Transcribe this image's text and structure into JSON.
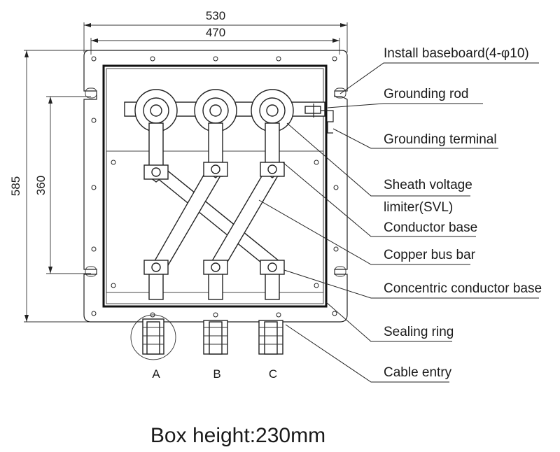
{
  "dimensions": {
    "outer_width": "530",
    "inner_width": "470",
    "outer_height": "585",
    "mount_spacing": "360"
  },
  "labels": {
    "install_baseboard": "Install baseboard(4-φ10)",
    "grounding_rod": "Grounding rod",
    "grounding_terminal": "Grounding terminal",
    "sheath_voltage_limiter_line1": "Sheath voltage",
    "sheath_voltage_limiter_line2": "limiter(SVL)",
    "conductor_base": "Conductor base",
    "copper_bus_bar": "Copper bus bar",
    "concentric_conductor_base": "Concentric conductor base",
    "sealing_ring": "Sealing ring",
    "cable_entry": "Cable entry"
  },
  "phases": [
    "A",
    "B",
    "C"
  ],
  "caption": "Box height:230mm"
}
